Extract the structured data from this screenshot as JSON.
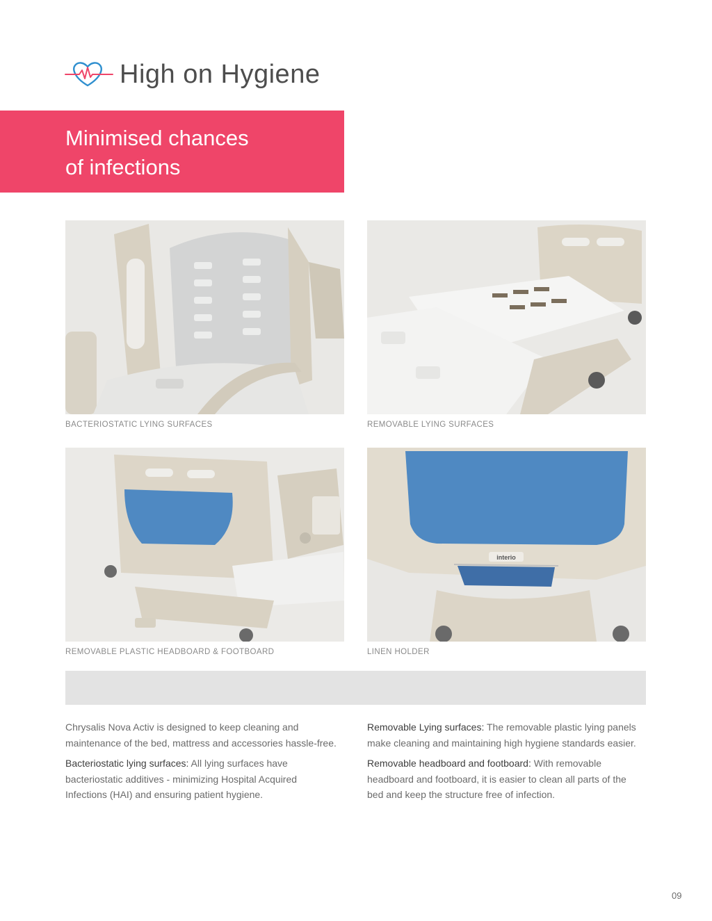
{
  "heading": {
    "title": "High on Hygiene",
    "icon": "heartbeat-icon"
  },
  "banner": {
    "line1": "Minimised chances",
    "line2": "of infections",
    "color": "#ef4569"
  },
  "photos": [
    {
      "caption": "BACTERIOSTATIC LYING SURFACES"
    },
    {
      "caption": "REMOVABLE LYING SURFACES"
    },
    {
      "caption": "REMOVABLE PLASTIC HEADBOARD & FOOTBOARD"
    },
    {
      "caption": "LINEN HOLDER"
    }
  ],
  "brand_label": "interio",
  "body": {
    "left": [
      {
        "lead": "",
        "text": "Chrysalis Nova Activ is designed to keep cleaning and maintenance of the bed, mattress and accessories hassle-free."
      },
      {
        "lead": "Bacteriostatic lying surfaces:",
        "text": " All lying surfaces have bacteriostatic additives - minimizing Hospital Acquired Infections (HAI) and ensuring patient hygiene."
      }
    ],
    "right": [
      {
        "lead": "Removable Lying surfaces:",
        "text": " The removable plastic lying panels make cleaning and maintaining high hygiene standards easier."
      },
      {
        "lead": "Removable headboard and footboard:",
        "text": " With removable headboard and footboard, it is easier to clean all parts of the bed and keep the structure free of infection."
      }
    ]
  },
  "page_number": "09",
  "colors": {
    "accent": "#ef4569",
    "icon_blue": "#2f8fcf",
    "panel_blue": "#4f89c2"
  }
}
